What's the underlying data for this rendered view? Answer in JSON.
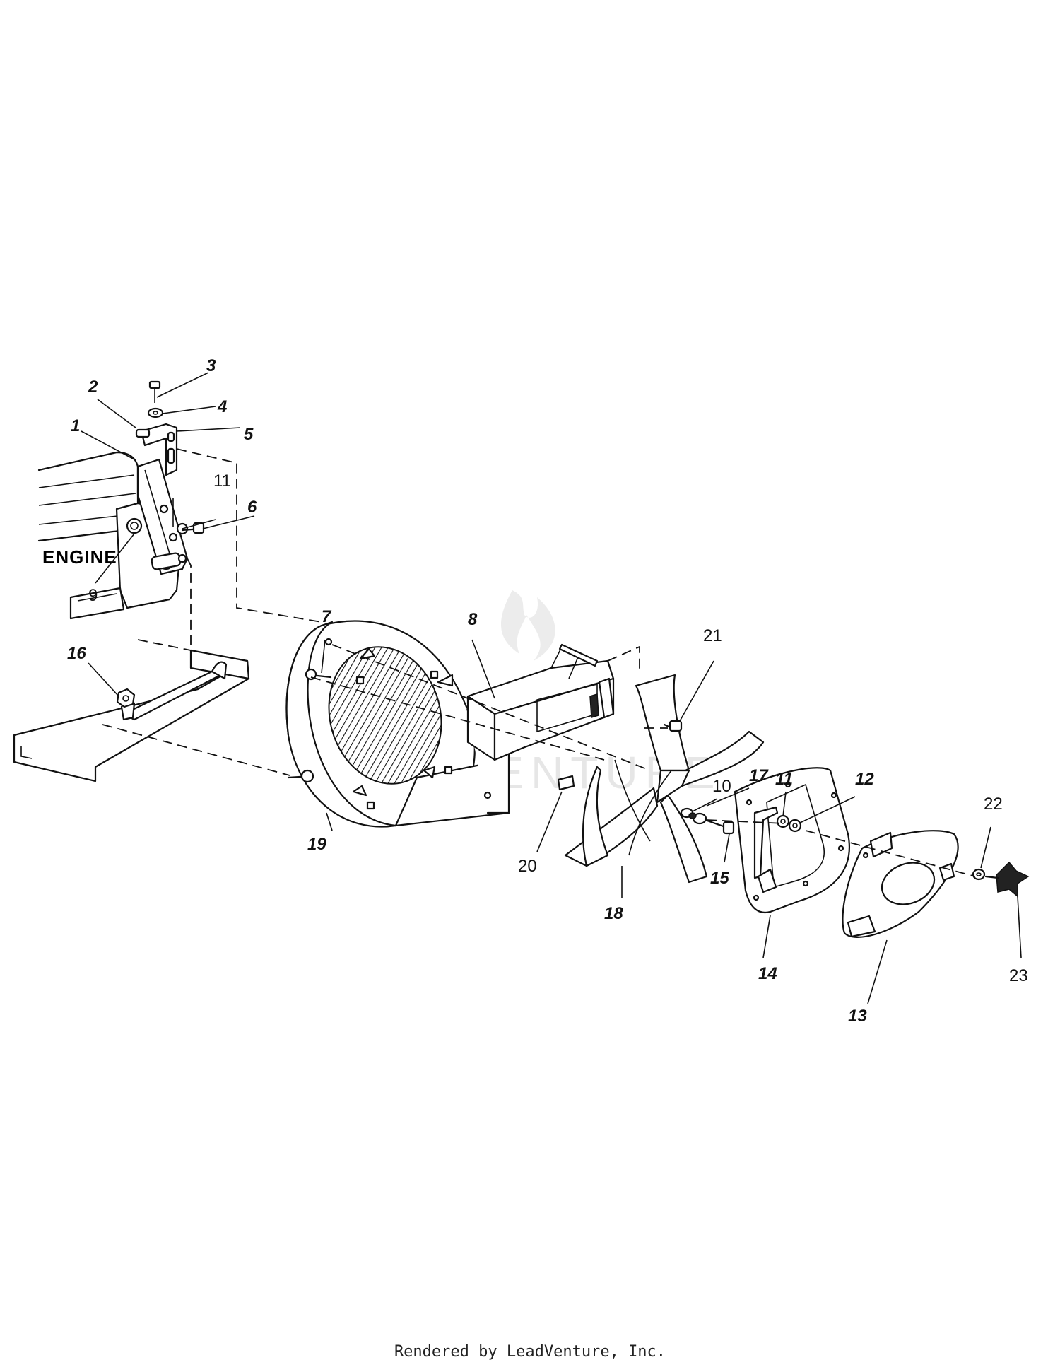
{
  "diagram": {
    "engine_label": "ENGINE",
    "watermark": "LEADVENTURE",
    "parts": [
      {
        "id": "1",
        "label": "1"
      },
      {
        "id": "2",
        "label": "2"
      },
      {
        "id": "3",
        "label": "3"
      },
      {
        "id": "4",
        "label": "4"
      },
      {
        "id": "5",
        "label": "5"
      },
      {
        "id": "6",
        "label": "6"
      },
      {
        "id": "7",
        "label": "7"
      },
      {
        "id": "8",
        "label": "8"
      },
      {
        "id": "9",
        "label": "9"
      },
      {
        "id": "10",
        "label": "10"
      },
      {
        "id": "11a",
        "label": "11"
      },
      {
        "id": "11b",
        "label": "11"
      },
      {
        "id": "12",
        "label": "12"
      },
      {
        "id": "13",
        "label": "13"
      },
      {
        "id": "14",
        "label": "14"
      },
      {
        "id": "15",
        "label": "15"
      },
      {
        "id": "16",
        "label": "16"
      },
      {
        "id": "17",
        "label": "17"
      },
      {
        "id": "18",
        "label": "18"
      },
      {
        "id": "19",
        "label": "19"
      },
      {
        "id": "20",
        "label": "20"
      },
      {
        "id": "21",
        "label": "21"
      },
      {
        "id": "22",
        "label": "22"
      },
      {
        "id": "23",
        "label": "23"
      }
    ]
  },
  "footer": {
    "text": "Rendered by LeadVenture, Inc."
  }
}
